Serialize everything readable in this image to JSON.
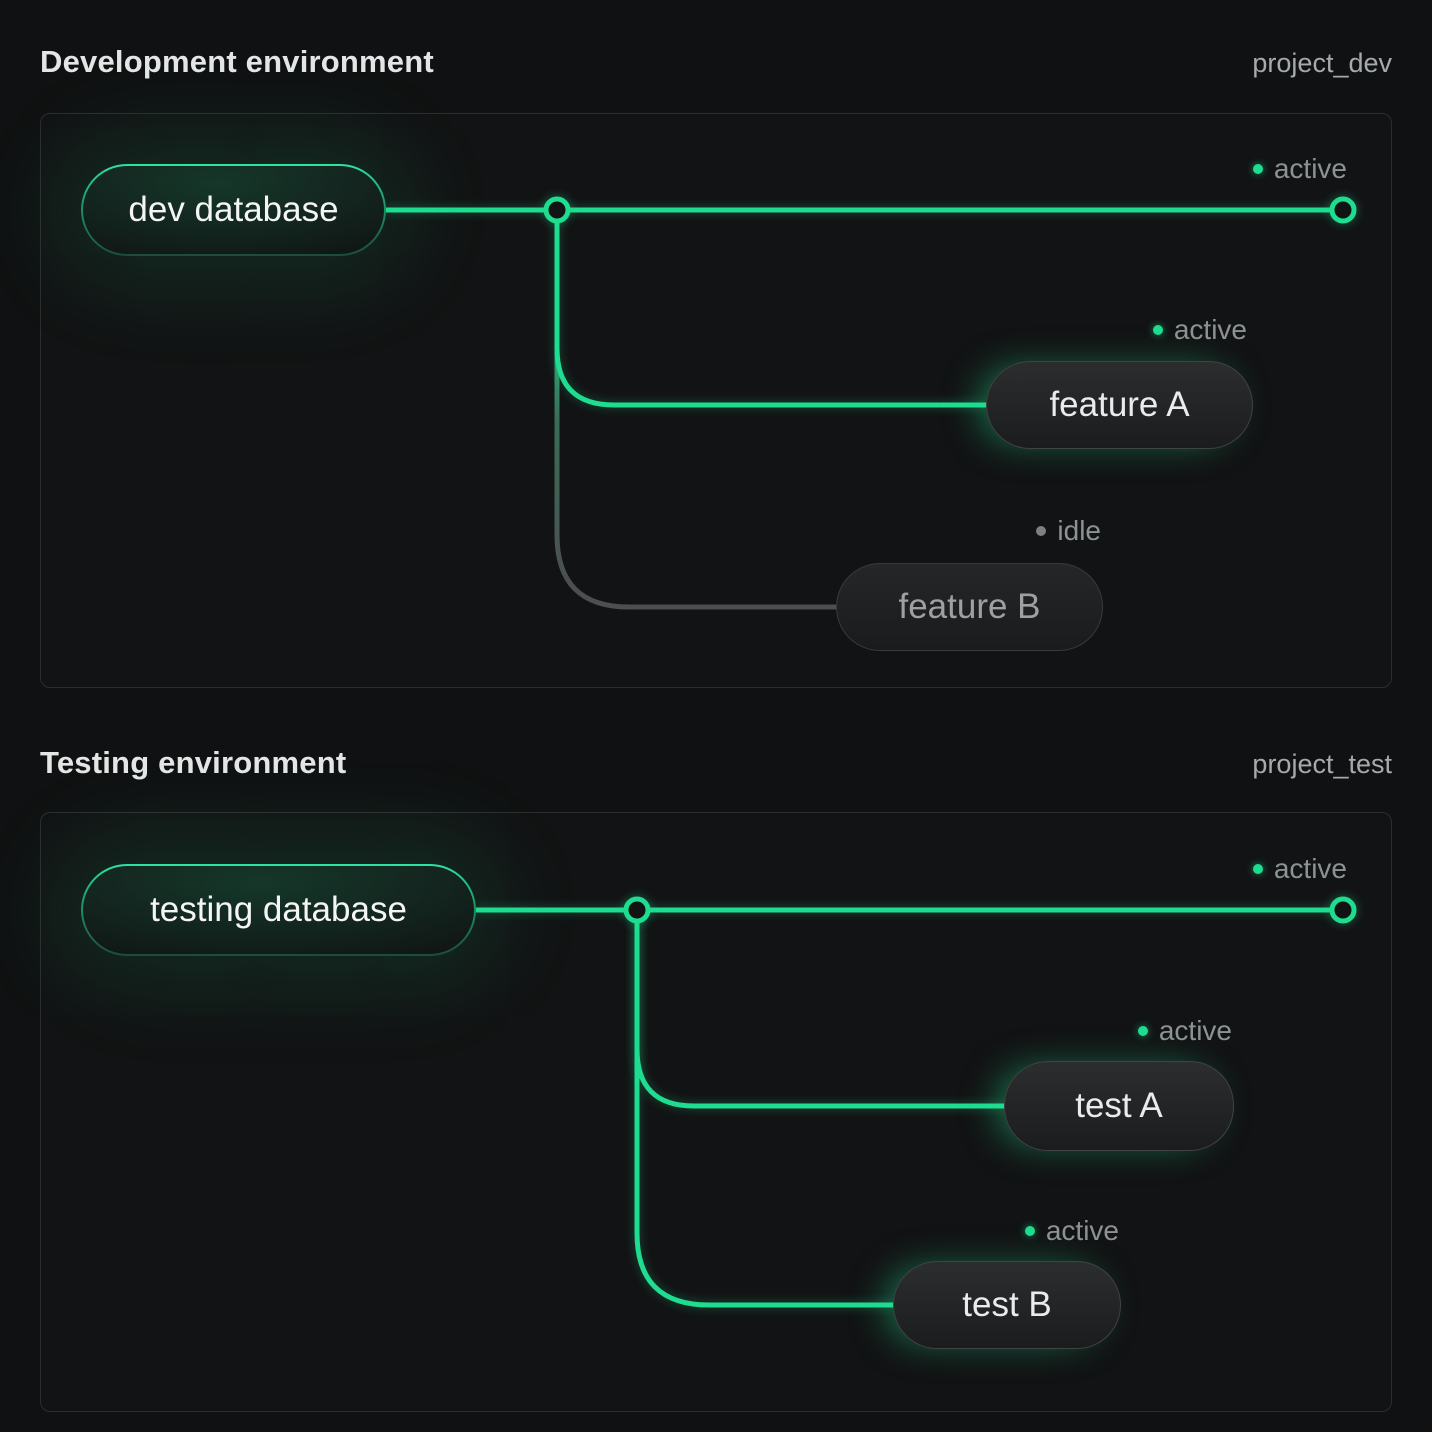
{
  "page": {
    "accent_green": "#1fdd90",
    "idle_line_gray": "#4b4f4e",
    "background": "#101112"
  },
  "panels": [
    {
      "title": "Development environment",
      "project_label": "project_dev",
      "root": {
        "label": "dev database"
      },
      "main_status": "active",
      "branches": [
        {
          "label": "feature A",
          "status": "active"
        },
        {
          "label": "feature B",
          "status": "idle"
        }
      ]
    },
    {
      "title": "Testing environment",
      "project_label": "project_test",
      "root": {
        "label": "testing database"
      },
      "main_status": "active",
      "branches": [
        {
          "label": "test A",
          "status": "active"
        },
        {
          "label": "test B",
          "status": "active"
        }
      ]
    }
  ]
}
